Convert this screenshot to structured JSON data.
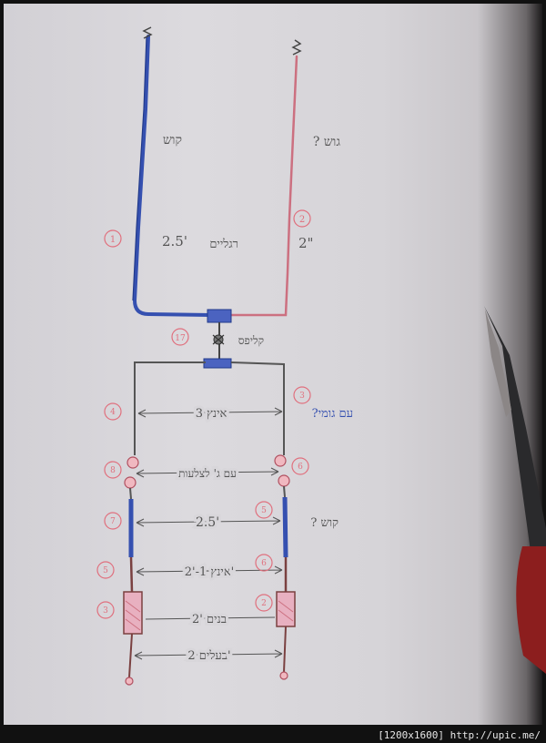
{
  "colors": {
    "paper": "#d8d6da",
    "blue_ink": "#3550b0",
    "red_ink": "#cc7080",
    "pencil": "#555555",
    "circle_ink": "#e0707e"
  },
  "upper": {
    "left_wire_label": "קוש",
    "right_wire_label": "? גוש",
    "length_label": "2.5'",
    "length_text": "רגליים",
    "right_length": "2\"",
    "num_left": "1",
    "num_right": "2",
    "connector_label": "קליפס",
    "connector_num": "17"
  },
  "lower": {
    "row1": {
      "text": "3 אינץ",
      "right_note": "?עם גומי",
      "num_left": "4",
      "num_right": "3"
    },
    "row2": {
      "text": "עם ג' לצלעות",
      "num_left": "8",
      "num_right": "6"
    },
    "row3": {
      "text": "2.5'",
      "right_note": "? קוש",
      "num_left": "7",
      "num_right": "5"
    },
    "row4": {
      "text": "2'-1 אינץ'",
      "num_left": "5",
      "num_right": "6"
    },
    "row5": {
      "text": "2' בנים",
      "num_left": "3",
      "num_right": "2"
    },
    "row6": {
      "text": "2 בעלים'"
    }
  },
  "credit": "[1200x1600] http://upic.me/"
}
